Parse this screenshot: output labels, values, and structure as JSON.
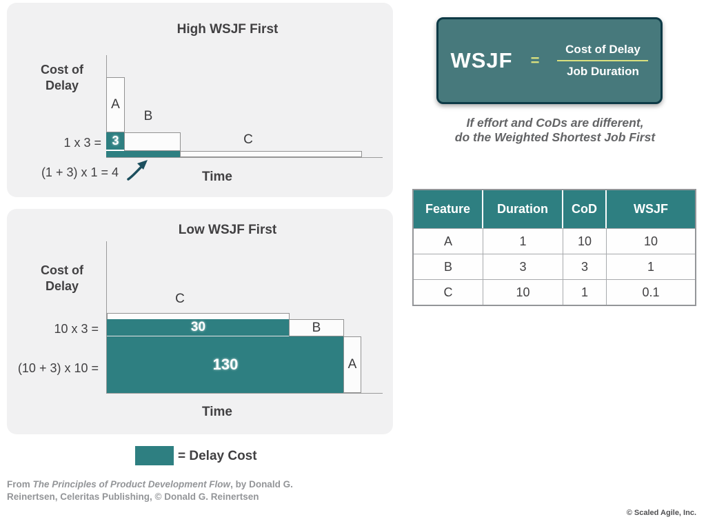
{
  "colors": {
    "teal": "#2E7F81",
    "formula_bg": "#47797C",
    "formula_border": "#0D3A46",
    "accent_yellow": "#D9E07E",
    "panel_bg": "#F1F1F2"
  },
  "high_panel": {
    "title": "High WSJF First",
    "y_axis_line1": "Cost of",
    "y_axis_line2": "Delay",
    "x_axis_label": "Time",
    "bar_a_label": "A",
    "bar_b_label": "B",
    "bar_c_label": "C",
    "teal_value": "3",
    "eq_top": "1 x 3 =",
    "eq_bottom": "(1 + 3) x 1 = 4"
  },
  "low_panel": {
    "title": "Low WSJF First",
    "y_axis_line1": "Cost of",
    "y_axis_line2": "Delay",
    "x_axis_label": "Time",
    "bar_a_label": "A",
    "bar_b_label": "B",
    "bar_c_label": "C",
    "teal_value_top": "30",
    "teal_value_bottom": "130",
    "eq_top": "10 x 3 =",
    "eq_bottom": "(10 + 3) x 10 ="
  },
  "formula": {
    "lhs": "WSJF",
    "equals": "=",
    "numerator": "Cost of Delay",
    "denominator": "Job Duration"
  },
  "note": {
    "line1": "If effort and CoDs are different,",
    "line2": "do the Weighted Shortest Job First"
  },
  "table": {
    "headers": [
      "Feature",
      "Duration",
      "CoD",
      "WSJF"
    ],
    "rows": [
      [
        "A",
        "1",
        "10",
        "10"
      ],
      [
        "B",
        "3",
        "3",
        "1"
      ],
      [
        "C",
        "10",
        "1",
        "0.1"
      ]
    ]
  },
  "legend": {
    "label": "= Delay Cost"
  },
  "attribution": {
    "line1_prefix": "From ",
    "line1_title": "The Principles of Product Development Flow",
    "line1_suffix": ", by Donald G.",
    "line2": "Reinertsen, Celeritas Publishing, © Donald G. Reinertsen"
  },
  "footer": {
    "copyright": "© Scaled Agile, Inc."
  },
  "chart_data": [
    {
      "type": "bar",
      "title": "High WSJF First",
      "xlabel": "Time",
      "ylabel": "Cost of Delay",
      "series": [
        {
          "name": "A",
          "duration": 1,
          "cod": 10
        },
        {
          "name": "B",
          "duration": 3,
          "cod": 3
        },
        {
          "name": "C",
          "duration": 10,
          "cod": 1
        }
      ],
      "delay_costs": [
        3,
        4
      ]
    },
    {
      "type": "bar",
      "title": "Low WSJF First",
      "xlabel": "Time",
      "ylabel": "Cost of Delay",
      "series": [
        {
          "name": "C",
          "duration": 10,
          "cod": 1
        },
        {
          "name": "B",
          "duration": 3,
          "cod": 3
        },
        {
          "name": "A",
          "duration": 1,
          "cod": 10
        }
      ],
      "delay_costs": [
        30,
        130
      ]
    }
  ]
}
